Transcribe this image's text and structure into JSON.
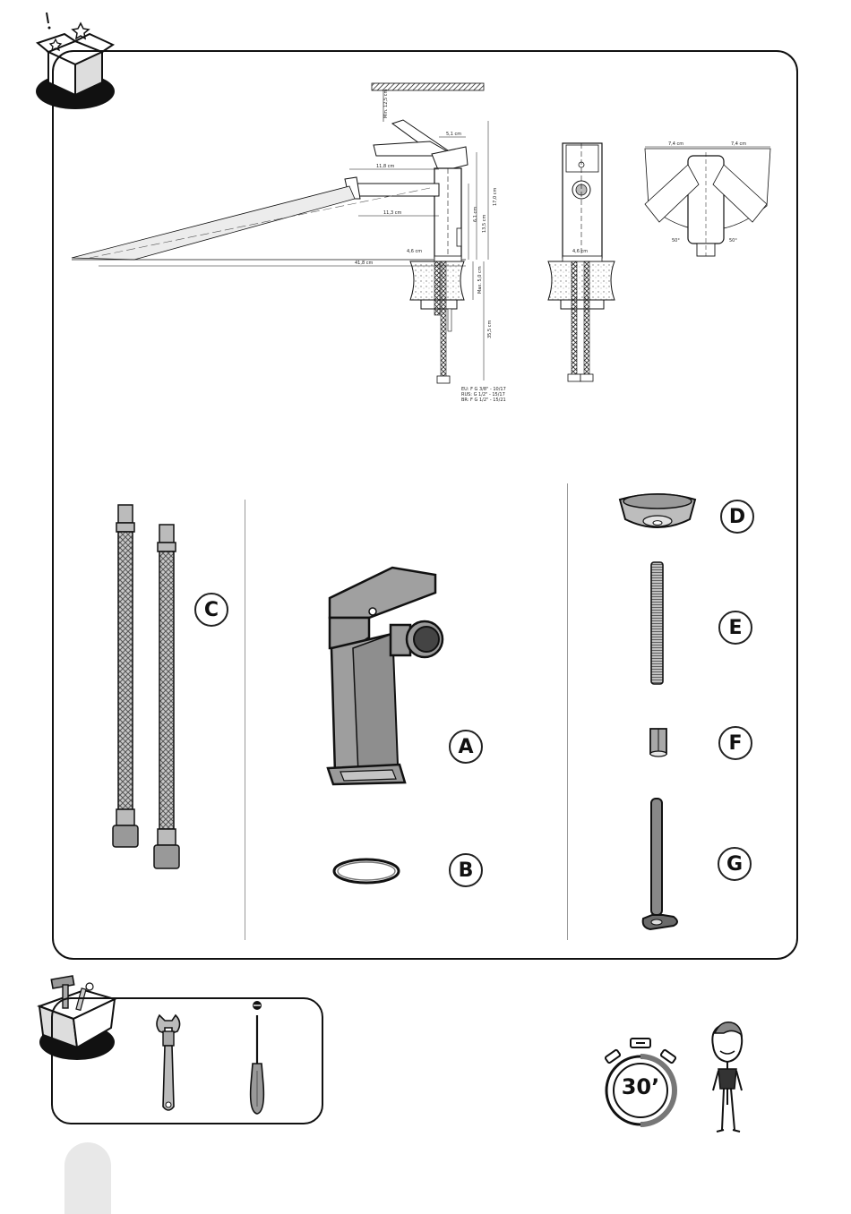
{
  "dimensions": {
    "min_clearance": "Min. 12,5 cm",
    "lever_travel": "5,1 cm",
    "spout_reach_upper": "11,8 cm",
    "spout_reach_lower": "11,3 cm",
    "total_height": "17,0 cm",
    "body_height": "13,5 cm",
    "outlet_height": "6,1 cm",
    "base_width": "4,6 cm",
    "lever_extension": "41,8 cm",
    "max_deck": "Max. 5,0 cm",
    "hose_length": "35,5 cm",
    "side_base": "4,6 cm",
    "top_left_span": "7,4 cm",
    "top_right_span": "7,4 cm",
    "angle_left": "50°",
    "angle_right": "50°",
    "thread_notes": [
      "EU: F G 3/8\" - 10/17",
      "RUS: G 1/2\" - 15/17",
      "BR: F G 1/2\" - 15/21"
    ]
  },
  "parts": {
    "A": "A",
    "B": "B",
    "C": "C",
    "D": "D",
    "E": "E",
    "F": "F",
    "G": "G"
  },
  "timer": {
    "label": "30’"
  },
  "colors": {
    "outline": "#111111",
    "part_fill": "#9a9a9a",
    "part_dark": "#5a5a5a",
    "divider": "#999999"
  }
}
